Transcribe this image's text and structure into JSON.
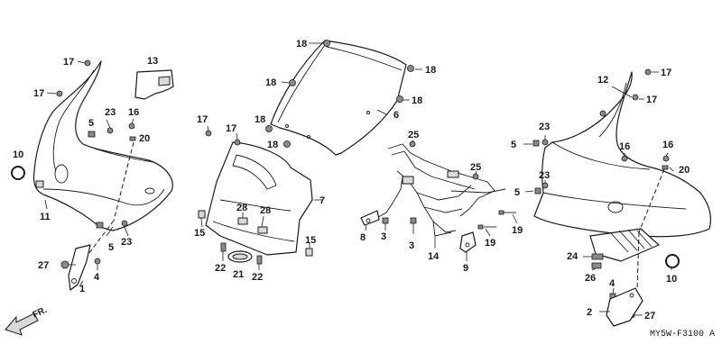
{
  "diagram_code": "MY5W-F3100 A",
  "direction_label": "FR.",
  "callouts": {
    "left_fairing_bolt": "17",
    "left_fairing_bolt_lower": "17",
    "left_fairing_grommet": "5",
    "left_fairing_screw": "23",
    "left_fairing_screw_b": "16",
    "left_fairing_clip": "20",
    "left_duct_cover": "13",
    "left_ring": "10",
    "left_fairing": "11",
    "left_lower_grommet": "5",
    "left_lower_screw": "23",
    "left_bolt_bottom": "27",
    "left_stay": "1",
    "left_stay_nut": "4",
    "windscreen_top_screw": "18",
    "windscreen_right_screw": "18",
    "windscreen_left_screw": "18",
    "windscreen_right_screw_b": "18",
    "windscreen_lower_screw": "18",
    "windscreen_lower_screw_b": "18",
    "windscreen": "6",
    "inner_bolt_a": "17",
    "inner_bolt_b": "17",
    "inner_panel": "7",
    "inner_clip_a": "28",
    "inner_clip_b": "28",
    "inner_grommet_left": "15",
    "inner_grommet_right": "15",
    "emblem_pin_left": "22",
    "emblem": "21",
    "emblem_pin_right": "22",
    "stay_screw_top": "25",
    "stay_screw_right": "25",
    "stay_bracket_left": "8",
    "stay_nut_left": "3",
    "stay_nut_center": "3",
    "stay_frame": "14",
    "stay_bracket_right": "9",
    "stay_bolt_a": "19",
    "stay_bolt_b": "19",
    "right_fairing_bolt_top": "17",
    "right_fairing_bolt": "17",
    "right_fairing": "12",
    "right_screw": "23",
    "right_grommet": "5",
    "right_screw_b": "16",
    "right_screw_c": "16",
    "right_clip": "20",
    "right_screw_d": "23",
    "right_grommet_b": "5",
    "right_ring": "10",
    "right_clip_b": "24",
    "right_clip_c": "26",
    "right_nut": "4",
    "right_stay": "2",
    "right_bolt_bottom": "27"
  }
}
